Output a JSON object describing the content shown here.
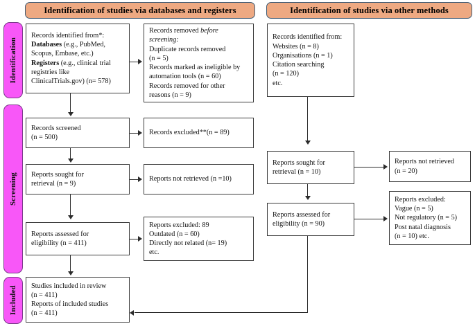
{
  "diagram": {
    "type": "prisma-flow-diagram",
    "colors": {
      "phase_tab_fill": "#F857F8",
      "phase_tab_border": "#7A3A8A",
      "banner_fill": "#EEA982",
      "banner_border": "#3F5B74",
      "box_border": "#3A3A3A",
      "connector": "#2B2B2B",
      "page_background": "#FFFFFF"
    }
  },
  "phases": [
    {
      "id": "identification",
      "label": "Identification"
    },
    {
      "id": "screening",
      "label": "Screening"
    },
    {
      "id": "included",
      "label": "Included"
    }
  ],
  "banners": [
    {
      "id": "databases-registers",
      "label": "Identification of studies via databases and registers"
    },
    {
      "id": "other-methods",
      "label": "Identification of studies via other methods"
    }
  ],
  "left_column": {
    "records_identified": {
      "lines": [
        {
          "text": "Records identified from*:"
        },
        {
          "bold": "Databases",
          "text": " (e.g., PubMed,"
        },
        {
          "text": "Scopus, Embase, etc.)"
        },
        {
          "bold": "Registers",
          "text": " (e.g., clinical trial"
        },
        {
          "text": "registries like"
        },
        {
          "text": "ClinicalTrials.gov) (n= 578)"
        }
      ]
    },
    "records_removed": {
      "lines": [
        {
          "text": "Records removed ",
          "italic": "before"
        },
        {
          "italic": "screening:"
        },
        {
          "text": "Duplicate records removed"
        },
        {
          "text": "(n = 5)"
        },
        {
          "text": "Records marked as ineligible by"
        },
        {
          "text": "automation tools (n = 60)"
        },
        {
          "text": "Records removed for other"
        },
        {
          "text": "reasons (n = 9)"
        }
      ]
    },
    "records_screened": {
      "lines": [
        {
          "text": "Records screened"
        },
        {
          "text": "(n = 500)"
        }
      ]
    },
    "records_excluded": {
      "lines": [
        {
          "text": "Records excluded**(n = 89)"
        }
      ]
    },
    "reports_sought": {
      "lines": [
        {
          "text": "Reports sought for"
        },
        {
          "text": "retrieval (n = 9)"
        }
      ]
    },
    "reports_not_retrieved": {
      "lines": [
        {
          "text": "Reports not retrieved (n =10)"
        }
      ]
    },
    "reports_assessed": {
      "lines": [
        {
          "text": "Reports assessed for"
        },
        {
          "text": "eligibility (n = 411)"
        }
      ]
    },
    "reports_excluded": {
      "lines": [
        {
          "text": "Reports excluded: 89"
        },
        {
          "text": "Outdated (n = 60)"
        },
        {
          "text": "Directly not related (n= 19)"
        },
        {
          "text": "etc."
        }
      ]
    },
    "studies_included": {
      "lines": [
        {
          "text": "Studies included in review"
        },
        {
          "text": "(n = 411)"
        },
        {
          "text": "Reports of included studies"
        },
        {
          "text": "(n = 411)"
        }
      ]
    }
  },
  "right_column": {
    "records_identified_other": {
      "lines": [
        {
          "text": "Records identified from:"
        },
        {
          "text": "Websites (n = 8)"
        },
        {
          "text": "Organisations (n = 1)"
        },
        {
          "text": "Citation searching"
        },
        {
          "text": "(n = 120)"
        },
        {
          "text": "etc."
        }
      ]
    },
    "reports_sought": {
      "lines": [
        {
          "text": "Reports sought for"
        },
        {
          "text": "retrieval (n = 10)"
        }
      ]
    },
    "reports_not_retrieved": {
      "lines": [
        {
          "text": "Reports not retrieved"
        },
        {
          "text": "(n = 20)"
        }
      ]
    },
    "reports_assessed": {
      "lines": [
        {
          "text": "Reports assessed for"
        },
        {
          "text": "eligibility (n = 90)"
        }
      ]
    },
    "reports_excluded": {
      "lines": [
        {
          "text": "Reports excluded:"
        },
        {
          "text": "Vague (n = 5)"
        },
        {
          "text": "Not regulatory (n = 5)"
        },
        {
          "text": "Post natal diagnosis"
        },
        {
          "text": "(n = 10) etc."
        }
      ]
    }
  }
}
